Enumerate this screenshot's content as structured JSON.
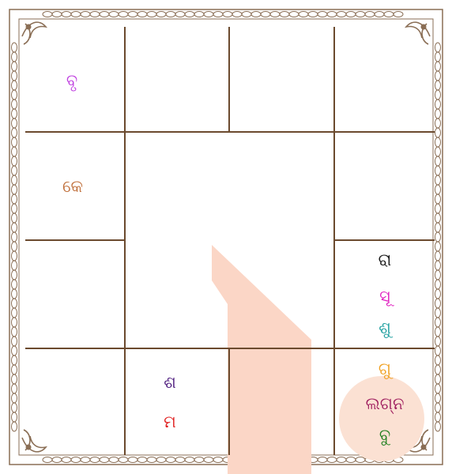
{
  "chart": {
    "houses": {
      "row1_col1": [
        {
          "text": "ବୃ",
          "color": "#c040e0"
        }
      ],
      "row2_col1": [
        {
          "text": "କେ",
          "color": "#c0703c"
        }
      ],
      "row3_col4": [
        {
          "text": "ରା",
          "color": "#1a1a1a"
        },
        {
          "text": "ସୂ",
          "color": "#e020c0"
        },
        {
          "text": "ଶୁ",
          "color": "#20a0a0"
        }
      ],
      "row4_col2": [
        {
          "text": "ଶ",
          "color": "#502080"
        },
        {
          "text": "ମ",
          "color": "#e02020"
        }
      ],
      "row4_col4": [
        {
          "text": "ଗୁ",
          "color": "#f0a020"
        },
        {
          "text": "ଲଗ୍ନ",
          "color": "#a02060"
        },
        {
          "text": "ବୁ",
          "color": "#208020"
        }
      ]
    },
    "colors": {
      "grid": "#6b4a2e",
      "frame": "#8a6e55",
      "watermark": "#fbd6c6",
      "lagna_highlight": "#fbe1d3"
    }
  }
}
